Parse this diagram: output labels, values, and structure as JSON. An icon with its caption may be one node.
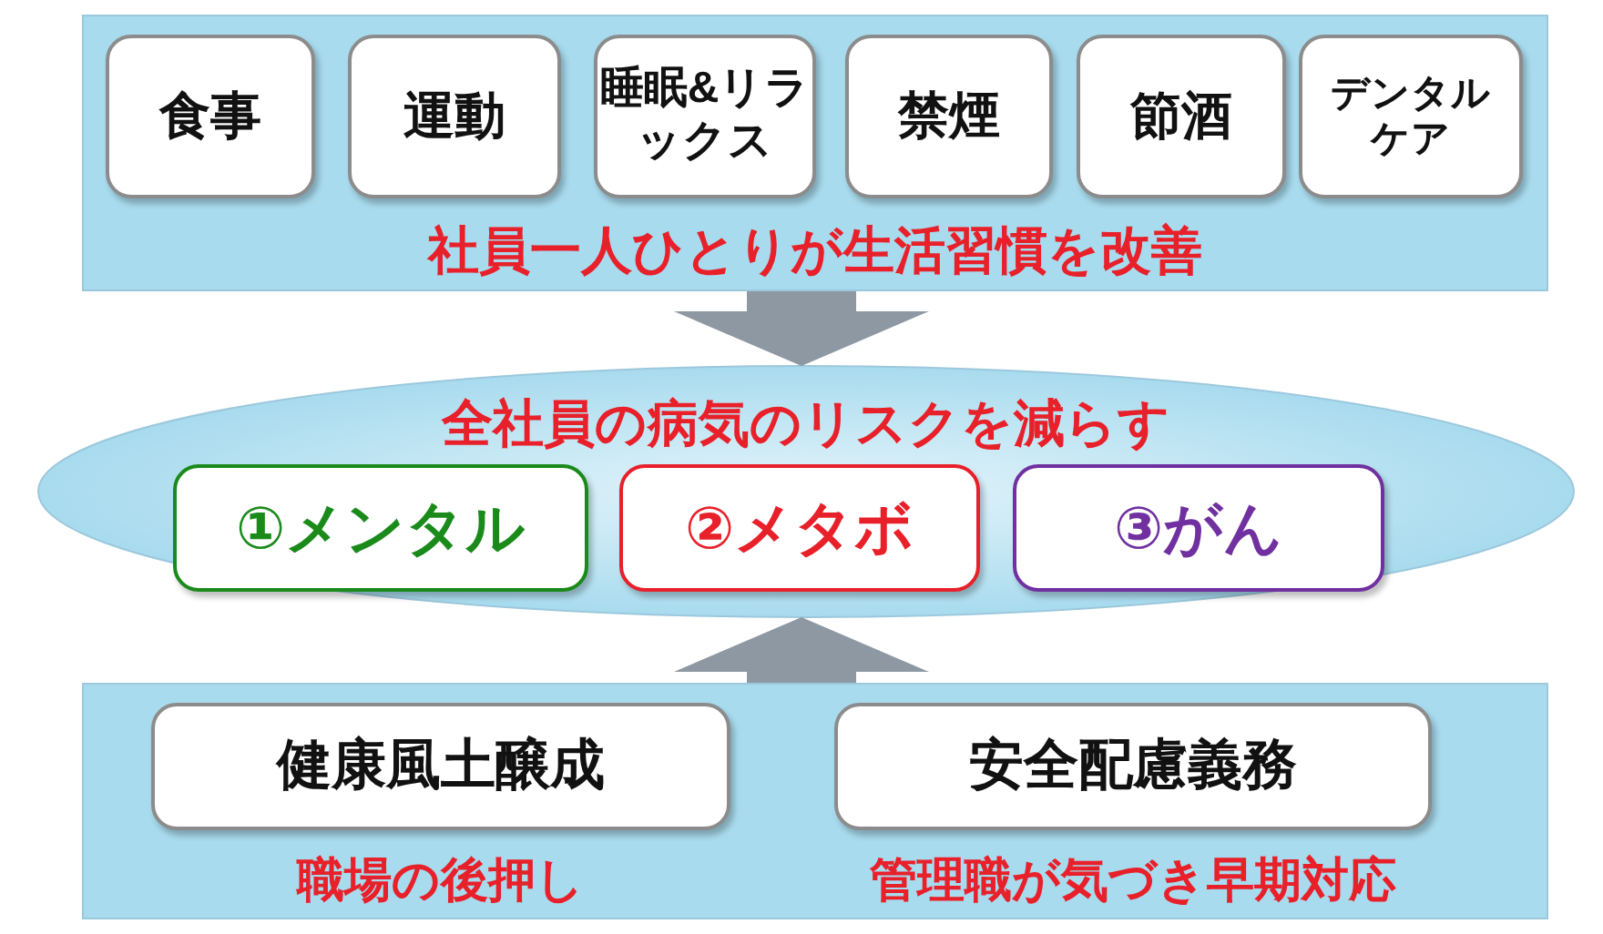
{
  "diagram": {
    "nodes": [
      {
        "text": [
          "社員一人ひとりが生活習慣を改善"
        ]
      },
      {
        "text": [
          "食事"
        ],
        "in": 0
      },
      {
        "text": [
          "運動"
        ],
        "in": 0
      },
      {
        "text": [
          "睡眠&リラックス"
        ],
        "in": 0
      },
      {
        "text": [
          "禁煙"
        ],
        "in": 0
      },
      {
        "text": [
          "節酒"
        ],
        "in": 0
      },
      {
        "text": [
          "デンタルケア"
        ],
        "in": 0
      },
      {
        "text": [
          "全社員の病気のリスクを減らす"
        ]
      },
      {
        "text": [
          "①メンタル"
        ],
        "in": 7
      },
      {
        "text": [
          "②メタボ"
        ],
        "in": 7
      },
      {
        "text": [
          "③がん"
        ],
        "in": 7
      },
      {
        "text": [],
        "shape": "box"
      },
      {
        "text": [
          "健康風土醸成"
        ],
        "in": 11,
        "beside": [
          "職場の後押し"
        ]
      },
      {
        "text": [
          "安全配慮義務"
        ],
        "in": 11,
        "beside": [
          "管理職が気づき早期対応"
        ]
      }
    ],
    "edges": [
      {
        "from": 0,
        "to": 7,
        "arrow": "to"
      },
      {
        "from": 11,
        "to": 7,
        "arrow": "to"
      }
    ]
  }
}
